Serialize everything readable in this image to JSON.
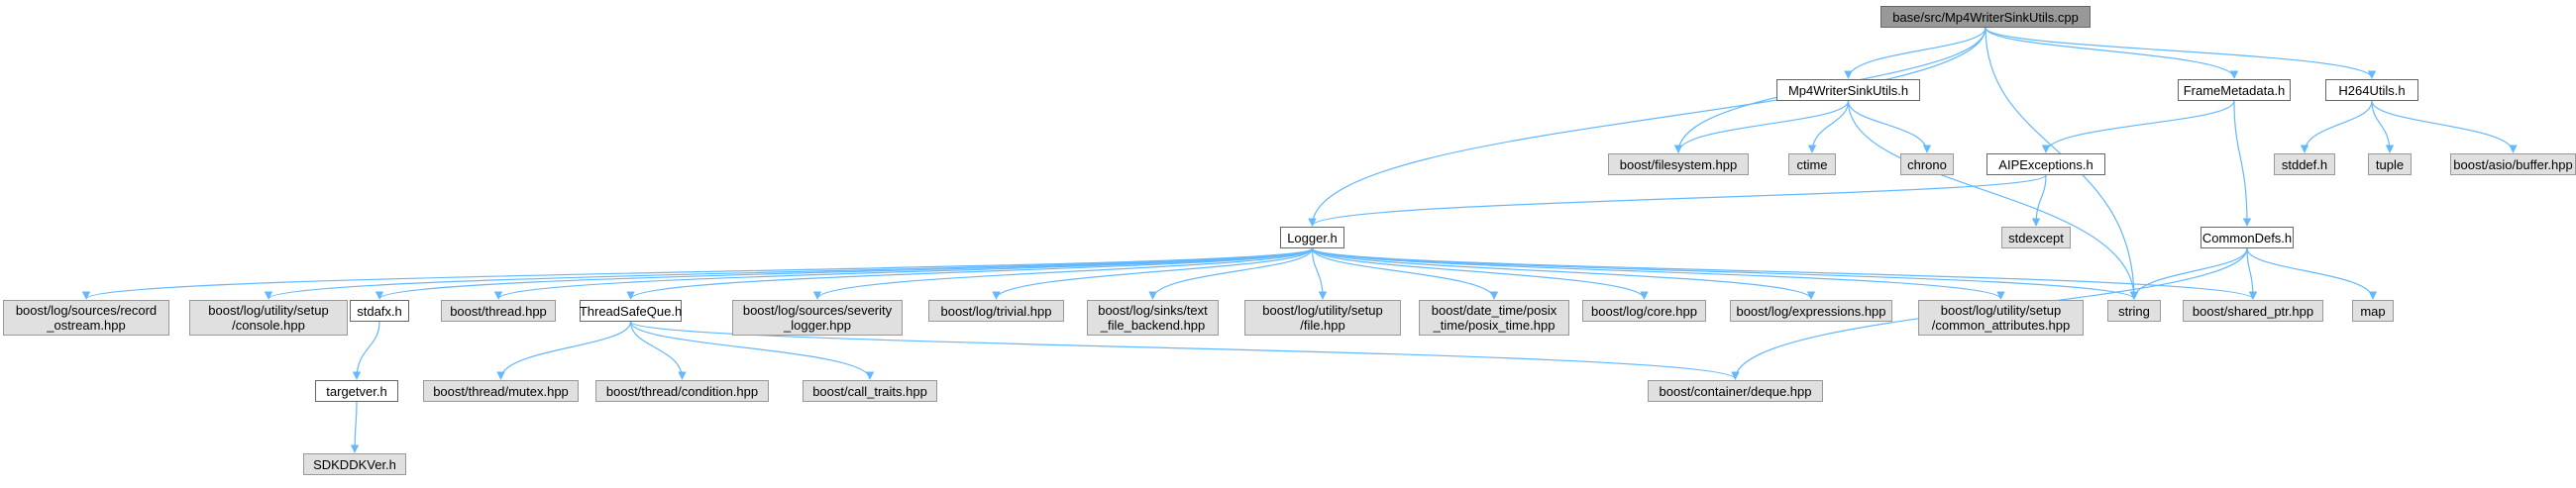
{
  "graph": {
    "edge_color": "#63b8ff",
    "node_colors": {
      "root": "#999999",
      "local": "#ffffff",
      "external": "#e0e0e0"
    },
    "nodes": [
      {
        "id": "root",
        "label": "base/src/Mp4WriterSinkUtils.cpp",
        "kind": "root"
      },
      {
        "id": "mp4h",
        "label": "Mp4WriterSinkUtils.h",
        "kind": "local"
      },
      {
        "id": "fmeta",
        "label": "FrameMetadata.h",
        "kind": "local"
      },
      {
        "id": "h264",
        "label": "H264Utils.h",
        "kind": "local"
      },
      {
        "id": "bfs",
        "label": "boost/filesystem.hpp",
        "kind": "external"
      },
      {
        "id": "ctime",
        "label": "ctime",
        "kind": "external"
      },
      {
        "id": "chrono",
        "label": "chrono",
        "kind": "external"
      },
      {
        "id": "aipex",
        "label": "AIPExceptions.h",
        "kind": "local"
      },
      {
        "id": "stddef",
        "label": "stddef.h",
        "kind": "external"
      },
      {
        "id": "tuple",
        "label": "tuple",
        "kind": "external"
      },
      {
        "id": "asiobuf",
        "label": "boost/asio/buffer.hpp",
        "kind": "external"
      },
      {
        "id": "stdexcept",
        "label": "stdexcept",
        "kind": "external"
      },
      {
        "id": "logger",
        "label": "Logger.h",
        "kind": "local"
      },
      {
        "id": "commondefs",
        "label": "CommonDefs.h",
        "kind": "local"
      },
      {
        "id": "recostream",
        "label": "boost/log/sources/record\n_ostream.hpp",
        "kind": "external"
      },
      {
        "id": "console",
        "label": "boost/log/utility/setup\n/console.hpp",
        "kind": "external"
      },
      {
        "id": "stdafx",
        "label": "stdafx.h",
        "kind": "local"
      },
      {
        "id": "bthread",
        "label": "boost/thread.hpp",
        "kind": "external"
      },
      {
        "id": "tsq",
        "label": "ThreadSafeQue.h",
        "kind": "local"
      },
      {
        "id": "sevlog",
        "label": "boost/log/sources/severity\n_logger.hpp",
        "kind": "external"
      },
      {
        "id": "trivial",
        "label": "boost/log/trivial.hpp",
        "kind": "external"
      },
      {
        "id": "textfile",
        "label": "boost/log/sinks/text\n_file_backend.hpp",
        "kind": "external"
      },
      {
        "id": "setupfile",
        "label": "boost/log/utility/setup\n/file.hpp",
        "kind": "external"
      },
      {
        "id": "posix",
        "label": "boost/date_time/posix\n_time/posix_time.hpp",
        "kind": "external"
      },
      {
        "id": "core",
        "label": "boost/log/core.hpp",
        "kind": "external"
      },
      {
        "id": "expr",
        "label": "boost/log/expressions.hpp",
        "kind": "external"
      },
      {
        "id": "commonattr",
        "label": "boost/log/utility/setup\n/common_attributes.hpp",
        "kind": "external"
      },
      {
        "id": "string",
        "label": "string",
        "kind": "external"
      },
      {
        "id": "sharedptr",
        "label": "boost/shared_ptr.hpp",
        "kind": "external"
      },
      {
        "id": "map",
        "label": "map",
        "kind": "external"
      },
      {
        "id": "targetver",
        "label": "targetver.h",
        "kind": "local"
      },
      {
        "id": "mutex",
        "label": "boost/thread/mutex.hpp",
        "kind": "external"
      },
      {
        "id": "condition",
        "label": "boost/thread/condition.hpp",
        "kind": "external"
      },
      {
        "id": "calltraits",
        "label": "boost/call_traits.hpp",
        "kind": "external"
      },
      {
        "id": "deque",
        "label": "boost/container/deque.hpp",
        "kind": "external"
      },
      {
        "id": "sdkddk",
        "label": "SDKDDKVer.h",
        "kind": "external"
      }
    ],
    "edges": [
      [
        "root",
        "mp4h"
      ],
      [
        "root",
        "fmeta"
      ],
      [
        "root",
        "h264"
      ],
      [
        "root",
        "bfs"
      ],
      [
        "root",
        "logger"
      ],
      [
        "root",
        "string"
      ],
      [
        "mp4h",
        "bfs"
      ],
      [
        "mp4h",
        "ctime"
      ],
      [
        "mp4h",
        "chrono"
      ],
      [
        "mp4h",
        "string"
      ],
      [
        "fmeta",
        "aipex"
      ],
      [
        "fmeta",
        "commondefs"
      ],
      [
        "h264",
        "stddef"
      ],
      [
        "h264",
        "tuple"
      ],
      [
        "h264",
        "asiobuf"
      ],
      [
        "aipex",
        "logger"
      ],
      [
        "aipex",
        "stdexcept"
      ],
      [
        "logger",
        "recostream"
      ],
      [
        "logger",
        "console"
      ],
      [
        "logger",
        "stdafx"
      ],
      [
        "logger",
        "bthread"
      ],
      [
        "logger",
        "tsq"
      ],
      [
        "logger",
        "sevlog"
      ],
      [
        "logger",
        "trivial"
      ],
      [
        "logger",
        "textfile"
      ],
      [
        "logger",
        "setupfile"
      ],
      [
        "logger",
        "posix"
      ],
      [
        "logger",
        "core"
      ],
      [
        "logger",
        "expr"
      ],
      [
        "logger",
        "commonattr"
      ],
      [
        "logger",
        "string"
      ],
      [
        "logger",
        "sharedptr"
      ],
      [
        "commondefs",
        "string"
      ],
      [
        "commondefs",
        "sharedptr"
      ],
      [
        "commondefs",
        "map"
      ],
      [
        "commondefs",
        "deque"
      ],
      [
        "stdafx",
        "targetver"
      ],
      [
        "targetver",
        "sdkddk"
      ],
      [
        "tsq",
        "mutex"
      ],
      [
        "tsq",
        "condition"
      ],
      [
        "tsq",
        "calltraits"
      ],
      [
        "tsq",
        "deque"
      ]
    ]
  }
}
